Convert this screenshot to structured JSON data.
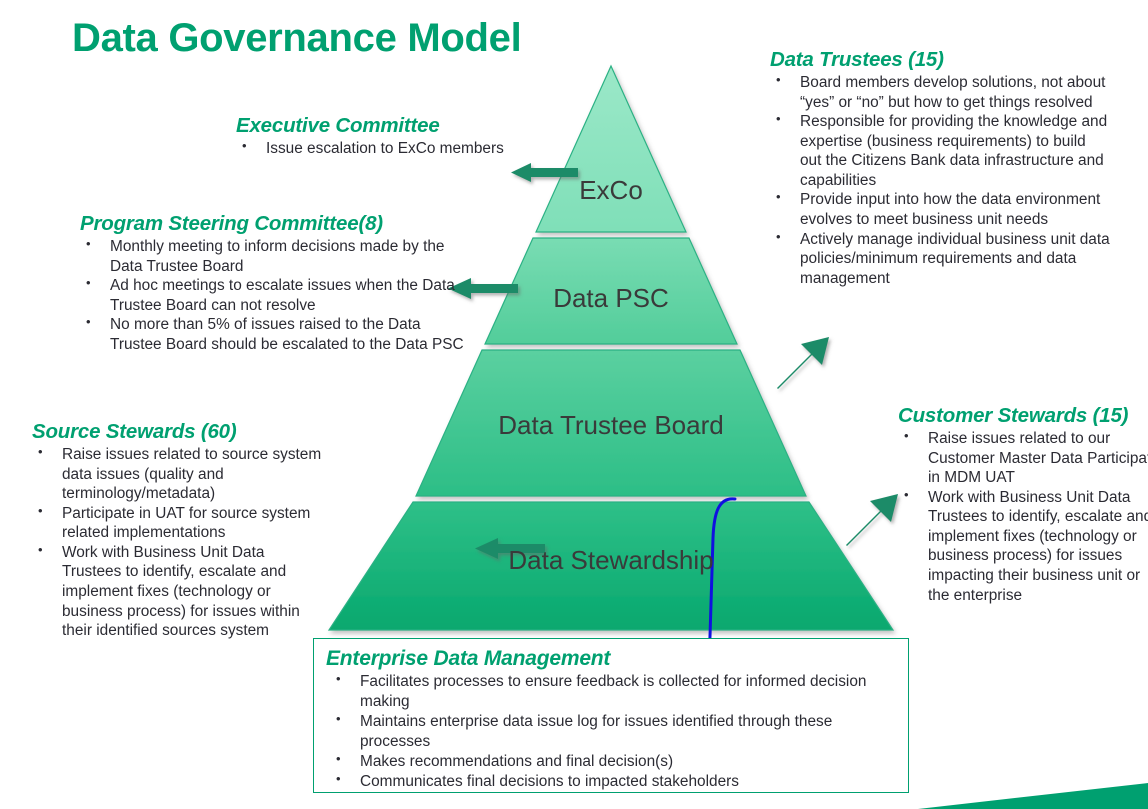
{
  "slide": {
    "title": "Data Governance Model",
    "accent_color": "#00A070",
    "body_text_color": "#2b2b33",
    "tier_label_color": "#3a3a3a",
    "ink_annotation_color": "#1010e0"
  },
  "pyramid": {
    "tiers": [
      {
        "key": "exco",
        "label": "ExCo",
        "fill_top": "#9BE8C8",
        "fill_bottom": "#7FDFB8"
      },
      {
        "key": "psc",
        "label": "Data PSC",
        "fill_top": "#73D9AF",
        "fill_bottom": "#57CF9E"
      },
      {
        "key": "dtb",
        "label": "Data Trustee Board",
        "fill_top": "#56CE9D",
        "fill_bottom": "#2EBF87"
      },
      {
        "key": "stew",
        "label": "Data Stewardship",
        "fill_top": "#2DBE86",
        "fill_bottom": "#09A96F"
      }
    ],
    "separator_color": "#efefef"
  },
  "callouts": {
    "executive_committee": {
      "title": "Executive Committee",
      "bullets": [
        "Issue escalation to ExCo members"
      ]
    },
    "program_steering_committee": {
      "title": "Program Steering Committee(8)",
      "bullets": [
        "Monthly meeting to inform decisions made by the Data Trustee Board",
        "Ad hoc meetings to escalate issues when the Data Trustee Board can not resolve",
        "No more than 5% of issues raised to the Data Trustee Board should be escalated to the Data PSC"
      ]
    },
    "data_trustees": {
      "title": "Data Trustees (15)",
      "bullets": [
        "Board members develop solutions, not about “yes” or “no” but how to get things resolved",
        "Responsible for providing the knowledge and expertise (business requirements) to build out the Citizens Bank data infrastructure and capabilities",
        "Provide input into how the data environment evolves to meet business unit needs",
        "Actively manage individual business unit data policies/minimum requirements and data management"
      ]
    },
    "source_stewards": {
      "title": "Source Stewards (60)",
      "bullets": [
        "Raise issues related to source system data issues (quality and terminology/metadata)",
        "Participate in UAT for source system related implementations",
        "Work with Business Unit Data Trustees to identify, escalate and implement fixes (technology or business process) for issues within their identified sources system"
      ]
    },
    "customer_stewards": {
      "title": "Customer Stewards (15)",
      "bullets": [
        "Raise issues related to our Customer Master Data Participate in MDM UAT",
        "Work with Business Unit Data Trustees to identify, escalate and implement fixes (technology or business process) for issues impacting their business unit or the enterprise"
      ]
    },
    "enterprise_data_management": {
      "title": "Enterprise Data Management",
      "bullets": [
        "Facilitates processes to ensure feedback is collected for informed decision making",
        "Maintains enterprise data issue log for issues identified through these processes",
        "Makes recommendations and final decision(s)",
        "Communicates final decisions to impacted stakeholders"
      ]
    }
  }
}
